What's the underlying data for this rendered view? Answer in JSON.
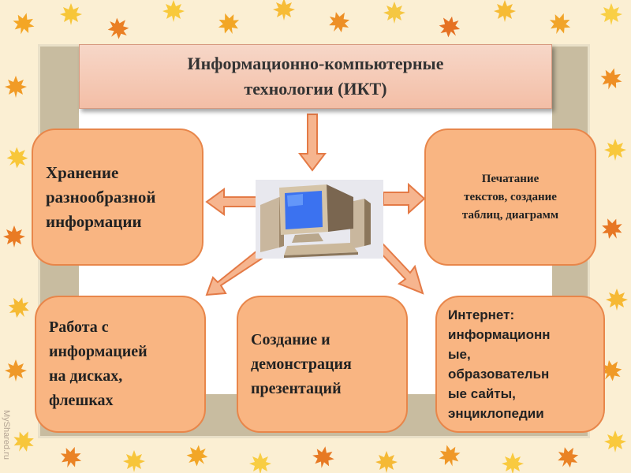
{
  "title": {
    "line1": "Информационно-компьютерные",
    "line2": "технологии (ИКТ)"
  },
  "boxes": {
    "storage": {
      "line1": "Хранение",
      "line2": "разнообразной",
      "line3": "информации"
    },
    "printing": {
      "line1": "Печатание",
      "line2": "текстов, создание",
      "line3": "таблиц, диаграмм"
    },
    "disks": {
      "line1": "Работа с",
      "line2": "информацией",
      "line3": "на дисках,",
      "line4": "флешках"
    },
    "presentations": {
      "line1": "Создание и",
      "line2": "демонстрация",
      "line3": "презентаций"
    },
    "internet": {
      "line1": "Интернет:",
      "line2": "информационн",
      "line3": "ые,",
      "line4": "образовательн",
      "line5": "ые сайты,",
      "line6": "энциклопедии"
    }
  },
  "watermark": "MyShared.ru",
  "colors": {
    "box_fill": "#f9b582",
    "box_border": "#e8864a",
    "arrow_fill": "#f6b58f",
    "arrow_stroke": "#e47a46"
  }
}
